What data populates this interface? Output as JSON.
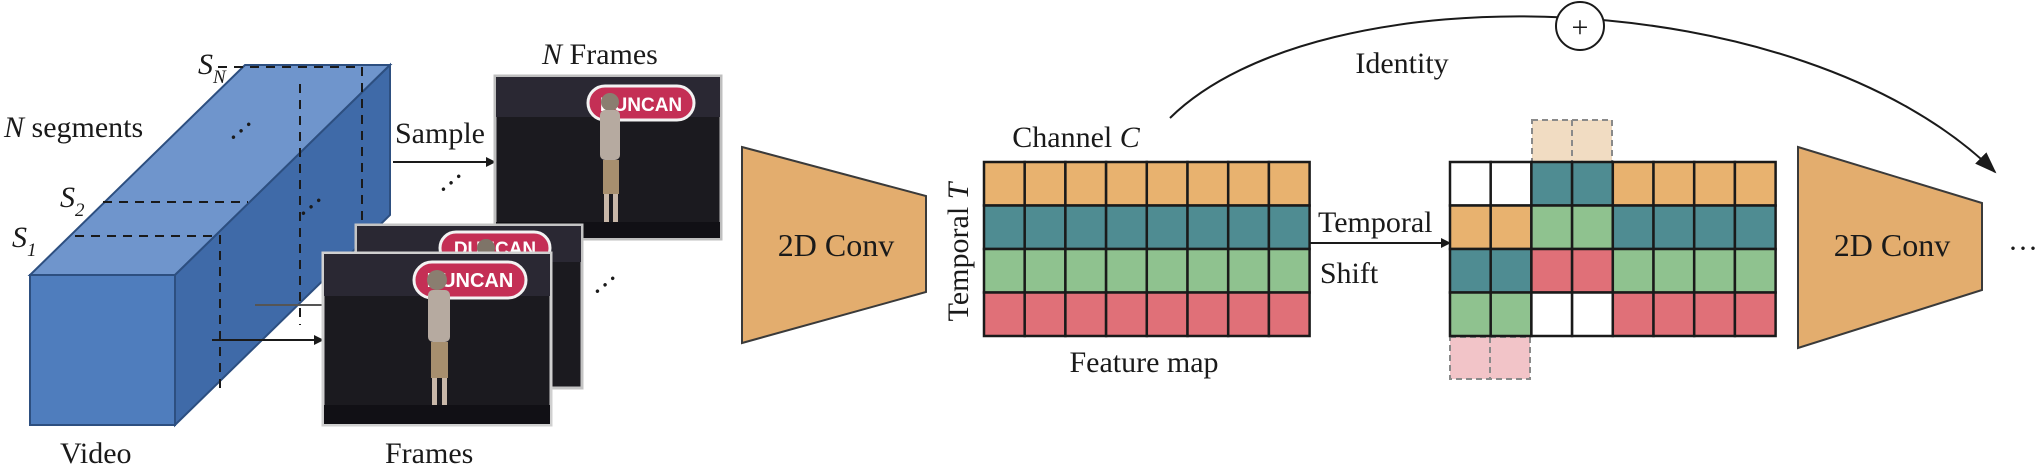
{
  "video": {
    "label": "Video",
    "segments_label": "N segments",
    "segment_names": [
      {
        "base": "S",
        "sub": "N"
      },
      {
        "base": "S",
        "sub": "2"
      },
      {
        "base": "S",
        "sub": "1"
      }
    ],
    "colors": {
      "front": "#4f7dbd",
      "top": "#6f95cc",
      "side": "#3f6aa8"
    }
  },
  "sampling": {
    "sample_label": "Sample",
    "frames_title_var": "N",
    "frames_title_word": " Frames",
    "frames_label": "Frames",
    "frame_sign": "DUNCAN",
    "frame_sign_alt": "DUNCAN"
  },
  "conv1": {
    "label": "2D Conv",
    "color": "#e3ad6e"
  },
  "feature_map": {
    "channel_word": "Channel ",
    "channel_var": "C",
    "temporal_word": "Temporal ",
    "temporal_var": "T",
    "caption": "Feature map",
    "rows": 4,
    "cols": 8,
    "row_colors": [
      "#e8b26f",
      "#4f8c92",
      "#8fc28f",
      "#e07078"
    ]
  },
  "shift": {
    "label_line1": "Temporal",
    "label_line2": "Shift",
    "grid": [
      [
        "#ffffff",
        "#ffffff",
        "#4f8c92",
        "#4f8c92",
        "#e8b26f",
        "#e8b26f",
        "#e8b26f",
        "#e8b26f"
      ],
      [
        "#e8b26f",
        "#e8b26f",
        "#8fc28f",
        "#8fc28f",
        "#4f8c92",
        "#4f8c92",
        "#4f8c92",
        "#4f8c92"
      ],
      [
        "#4f8c92",
        "#4f8c92",
        "#e07078",
        "#e07078",
        "#8fc28f",
        "#8fc28f",
        "#8fc28f",
        "#8fc28f"
      ],
      [
        "#8fc28f",
        "#8fc28f",
        "#ffffff",
        "#ffffff",
        "#e07078",
        "#e07078",
        "#e07078",
        "#e07078"
      ]
    ],
    "overflow_top_color": "#f1dcc2",
    "overflow_bottom_color": "#f2c4c8"
  },
  "identity": {
    "label": "Identity",
    "plus": "+"
  },
  "conv2": {
    "label": "2D Conv",
    "color": "#e3ad6e"
  },
  "continuation": "···"
}
